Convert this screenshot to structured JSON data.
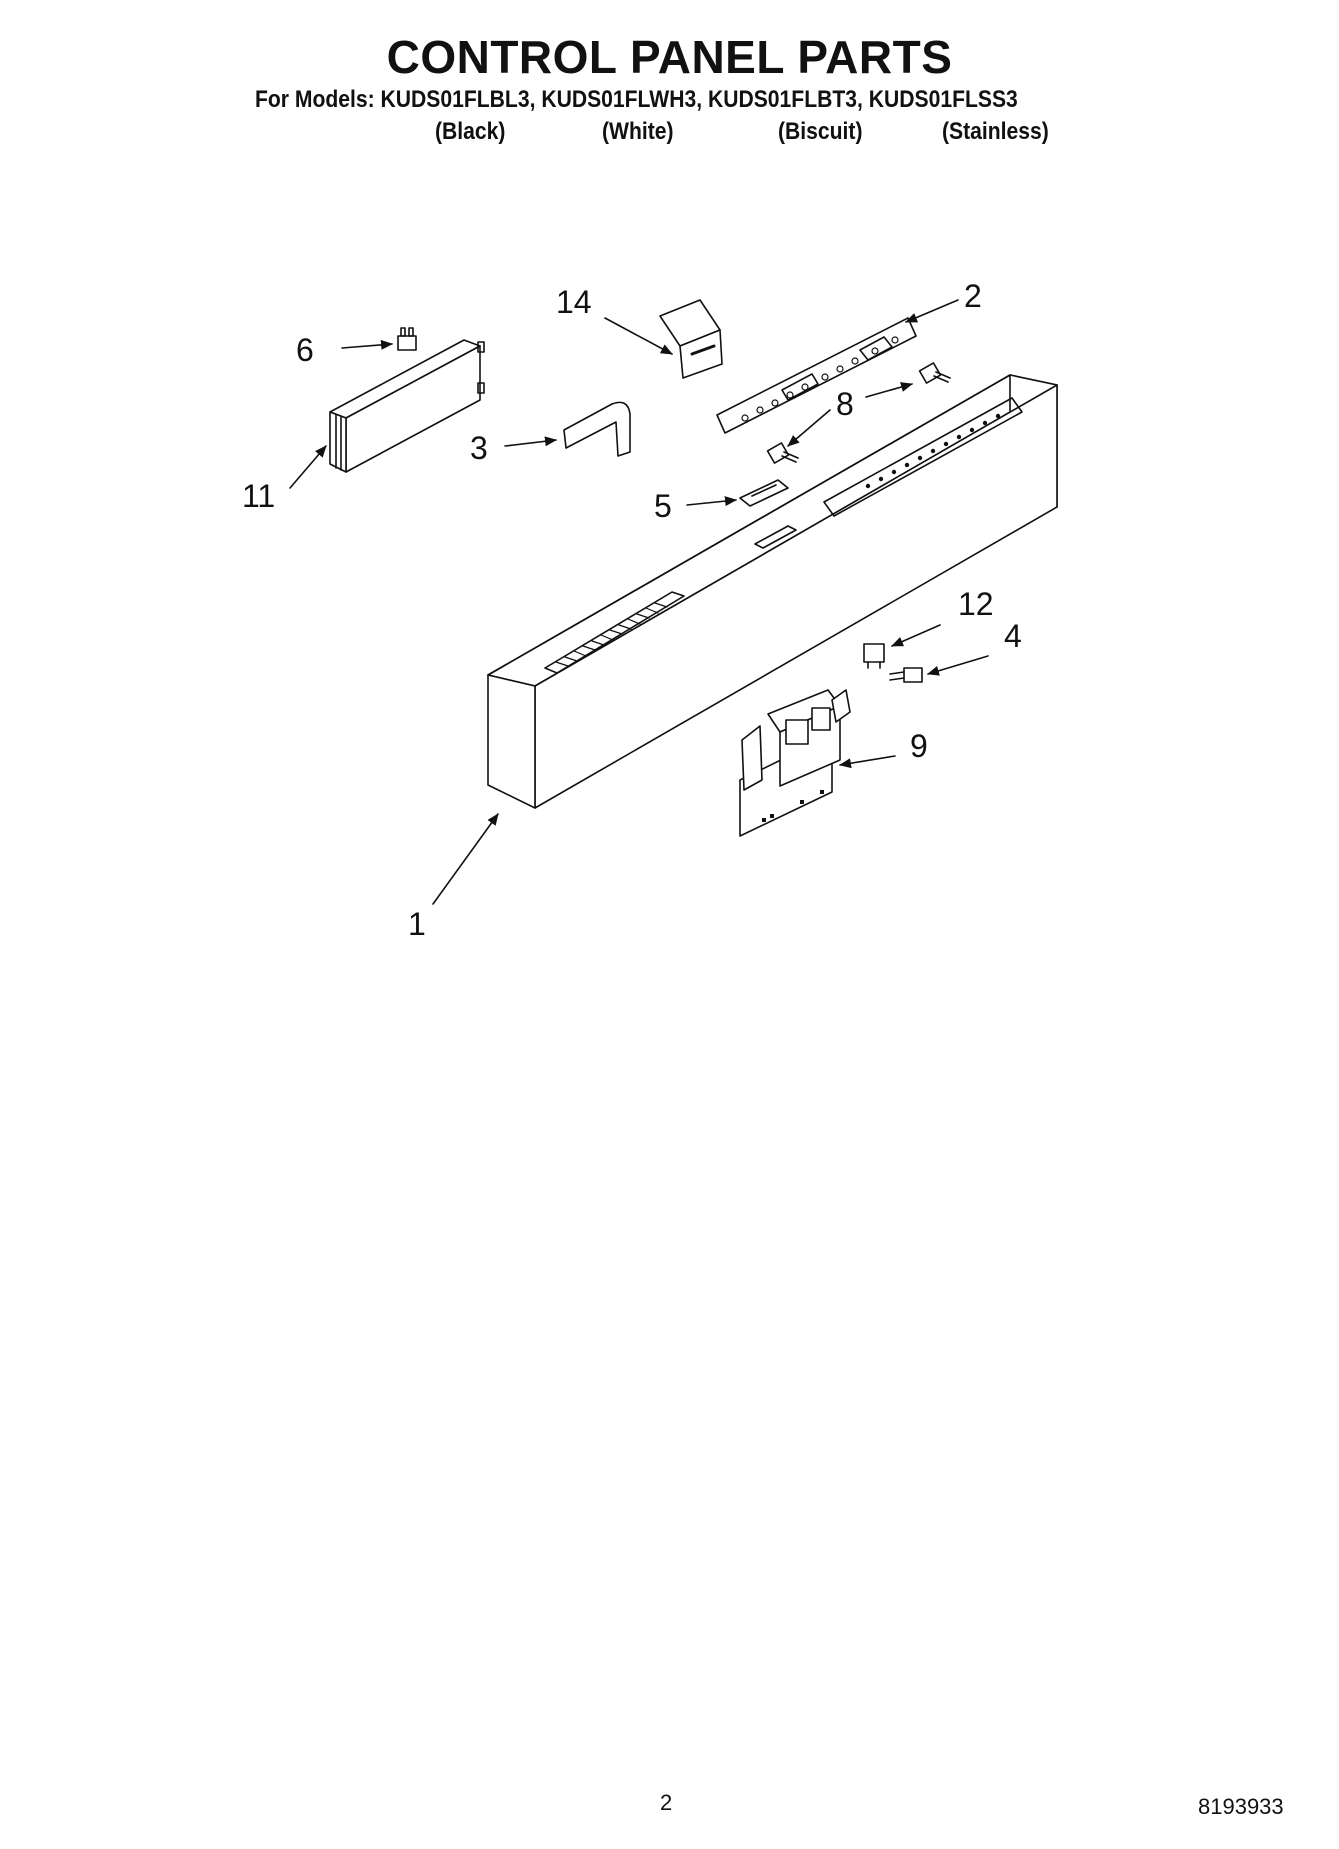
{
  "header": {
    "title": "CONTROL PANEL PARTS",
    "models_line": "For Models: KUDS01FLBL3, KUDS01FLWH3, KUDS01FLBT3, KUDS01FLSS3",
    "colors": [
      "(Black)",
      "(White)",
      "(Biscuit)",
      "(Stainless)"
    ]
  },
  "callouts": {
    "c1": "1",
    "c2": "2",
    "c3": "3",
    "c4": "4",
    "c5": "5",
    "c6": "6",
    "c8": "8",
    "c9": "9",
    "c11": "11",
    "c12": "12",
    "c14": "14"
  },
  "footer": {
    "page_number": "2",
    "doc_number": "8193933"
  },
  "style": {
    "line_color": "#111111",
    "background": "#ffffff"
  }
}
